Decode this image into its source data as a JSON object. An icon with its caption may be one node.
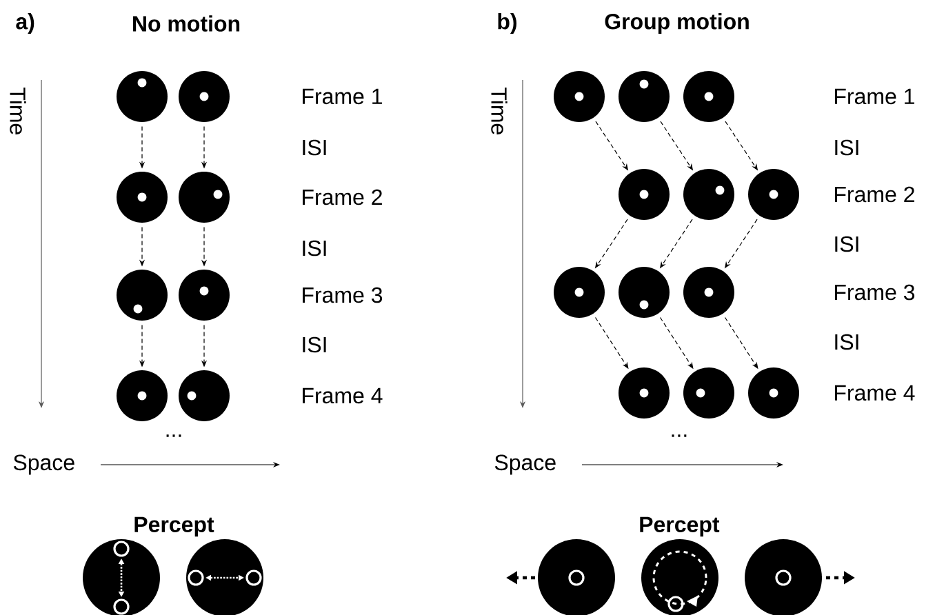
{
  "diagram": {
    "nodes": [
      {
        "text": [],
        "shape": "circle"
      },
      {
        "text": [],
        "shape": "circle"
      },
      {
        "text": [],
        "shape": "circle"
      },
      {
        "text": [],
        "shape": "circle"
      },
      {
        "text": [],
        "shape": "circle"
      },
      {
        "text": [],
        "shape": "circle"
      },
      {
        "text": [],
        "shape": "circle"
      },
      {
        "text": [],
        "shape": "circle"
      },
      {
        "text": [],
        "shape": "circle"
      },
      {
        "text": [],
        "shape": "circle"
      },
      {
        "text": [],
        "shape": "circle"
      },
      {
        "text": [],
        "shape": "circle"
      },
      {
        "text": [],
        "shape": "circle"
      },
      {
        "text": [],
        "shape": "circle"
      },
      {
        "text": [],
        "shape": "circle"
      },
      {
        "text": [],
        "shape": "circle"
      },
      {
        "text": [],
        "shape": "circle"
      },
      {
        "text": [],
        "shape": "circle"
      },
      {
        "text": [],
        "shape": "circle"
      },
      {
        "text": [],
        "shape": "circle"
      }
    ],
    "edges": [
      {
        "from": 0,
        "to": 2,
        "arrow": "to",
        "style": "dashed"
      },
      {
        "from": 1,
        "to": 3,
        "arrow": "to",
        "style": "dashed"
      },
      {
        "from": 2,
        "to": 4,
        "arrow": "to",
        "style": "dashed"
      },
      {
        "from": 3,
        "to": 5,
        "arrow": "to",
        "style": "dashed"
      },
      {
        "from": 4,
        "to": 6,
        "arrow": "to",
        "style": "dashed"
      },
      {
        "from": 5,
        "to": 7,
        "arrow": "to",
        "style": "dashed"
      },
      {
        "from": 8,
        "to": 11,
        "arrow": "to",
        "style": "dashed"
      },
      {
        "from": 9,
        "to": 12,
        "arrow": "to",
        "style": "dashed"
      },
      {
        "from": 10,
        "to": 13,
        "arrow": "to",
        "style": "dashed"
      },
      {
        "from": 11,
        "to": 14,
        "arrow": "to",
        "style": "dashed"
      },
      {
        "from": 12,
        "to": 15,
        "arrow": "to",
        "style": "dashed"
      },
      {
        "from": 13,
        "to": 16,
        "arrow": "to",
        "style": "dashed"
      },
      {
        "from": 14,
        "to": 17,
        "arrow": "to",
        "style": "dashed"
      },
      {
        "from": 15,
        "to": 18,
        "arrow": "to",
        "style": "dashed"
      },
      {
        "from": 16,
        "to": 19,
        "arrow": "to",
        "style": "dashed"
      }
    ],
    "labels": [
      "a)",
      "No motion",
      "Time",
      "Frame 1",
      "ISI",
      "Frame 2",
      "ISI",
      "Frame 3",
      "ISI",
      "Frame 4",
      "...",
      "Space",
      "Percept",
      "b)",
      "Group motion",
      "Time",
      "Frame 1",
      "ISI",
      "Frame 2",
      "ISI",
      "Frame 3",
      "ISI",
      "Frame 4",
      "...",
      "Space",
      "Percept"
    ]
  }
}
